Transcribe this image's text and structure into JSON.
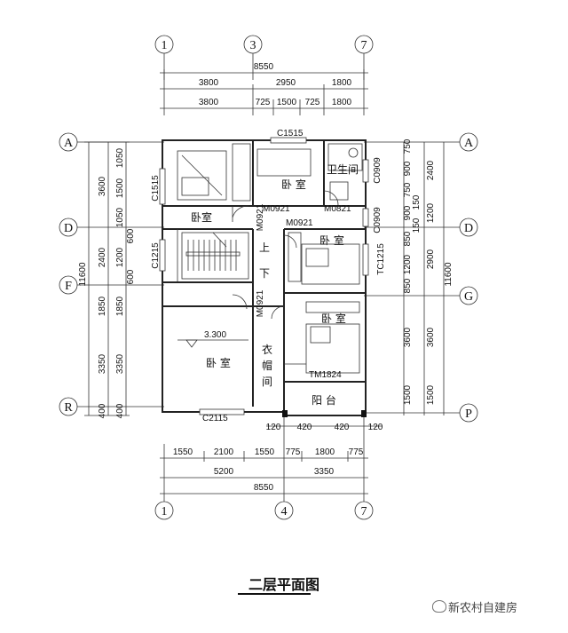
{
  "drawing": {
    "title": "二层平面图",
    "watermark": "新农村自建房",
    "elevation": "3.300"
  },
  "axes": {
    "top": [
      "1",
      "3",
      "7"
    ],
    "bottom": [
      "1",
      "4",
      "7"
    ],
    "left": [
      "A",
      "D",
      "F",
      "R"
    ],
    "right": [
      "A",
      "D",
      "G",
      "P"
    ]
  },
  "dims": {
    "top_total": "8550",
    "top_row1": [
      "3800",
      "2950",
      "1800"
    ],
    "top_row2": [
      "3800",
      "725",
      "1500",
      "725",
      "1800"
    ],
    "bottom_row1": [
      "120",
      "420",
      "420",
      "120"
    ],
    "bottom_row2": [
      "1550",
      "2100",
      "1550",
      "775",
      "1800",
      "775"
    ],
    "bottom_row3": [
      "5200",
      "3350"
    ],
    "bottom_total": "8550",
    "left_outer": [
      "3600",
      "2400",
      "1850",
      "3350",
      "400"
    ],
    "left_total": "11600",
    "left_inner": [
      "1050",
      "1500",
      "1050",
      "600",
      "1200",
      "600",
      "1850",
      "3350",
      "400"
    ],
    "right_inner": [
      "750",
      "900",
      "750",
      "150",
      "900",
      "150",
      "850",
      "1200",
      "850",
      "3600",
      "1500"
    ],
    "right_mid": [
      "2400",
      "1200",
      "2900",
      "3600",
      "1500"
    ],
    "right_total": "11600"
  },
  "rooms": {
    "bedroom": "卧室",
    "bedroom_spaced": "卧 室",
    "bathroom": "卫生间",
    "balcony": "阳 台",
    "cloak1": "衣",
    "cloak2": "帽",
    "cloak3": "间",
    "stair_up": "上",
    "stair_down": "下"
  },
  "openings": {
    "c1515_top": "C1515",
    "c1515_left": "C1515",
    "c1215_left": "C1215",
    "c1215_right": "TC1215",
    "c0909a": "C0909",
    "c0909b": "C0909",
    "m0921a": "M0921",
    "m0921b": "M0921",
    "m0921c": "M0921",
    "m0921d": "M0921",
    "m0821": "M0821",
    "tm1824": "TM1824",
    "c2115": "C2115"
  }
}
